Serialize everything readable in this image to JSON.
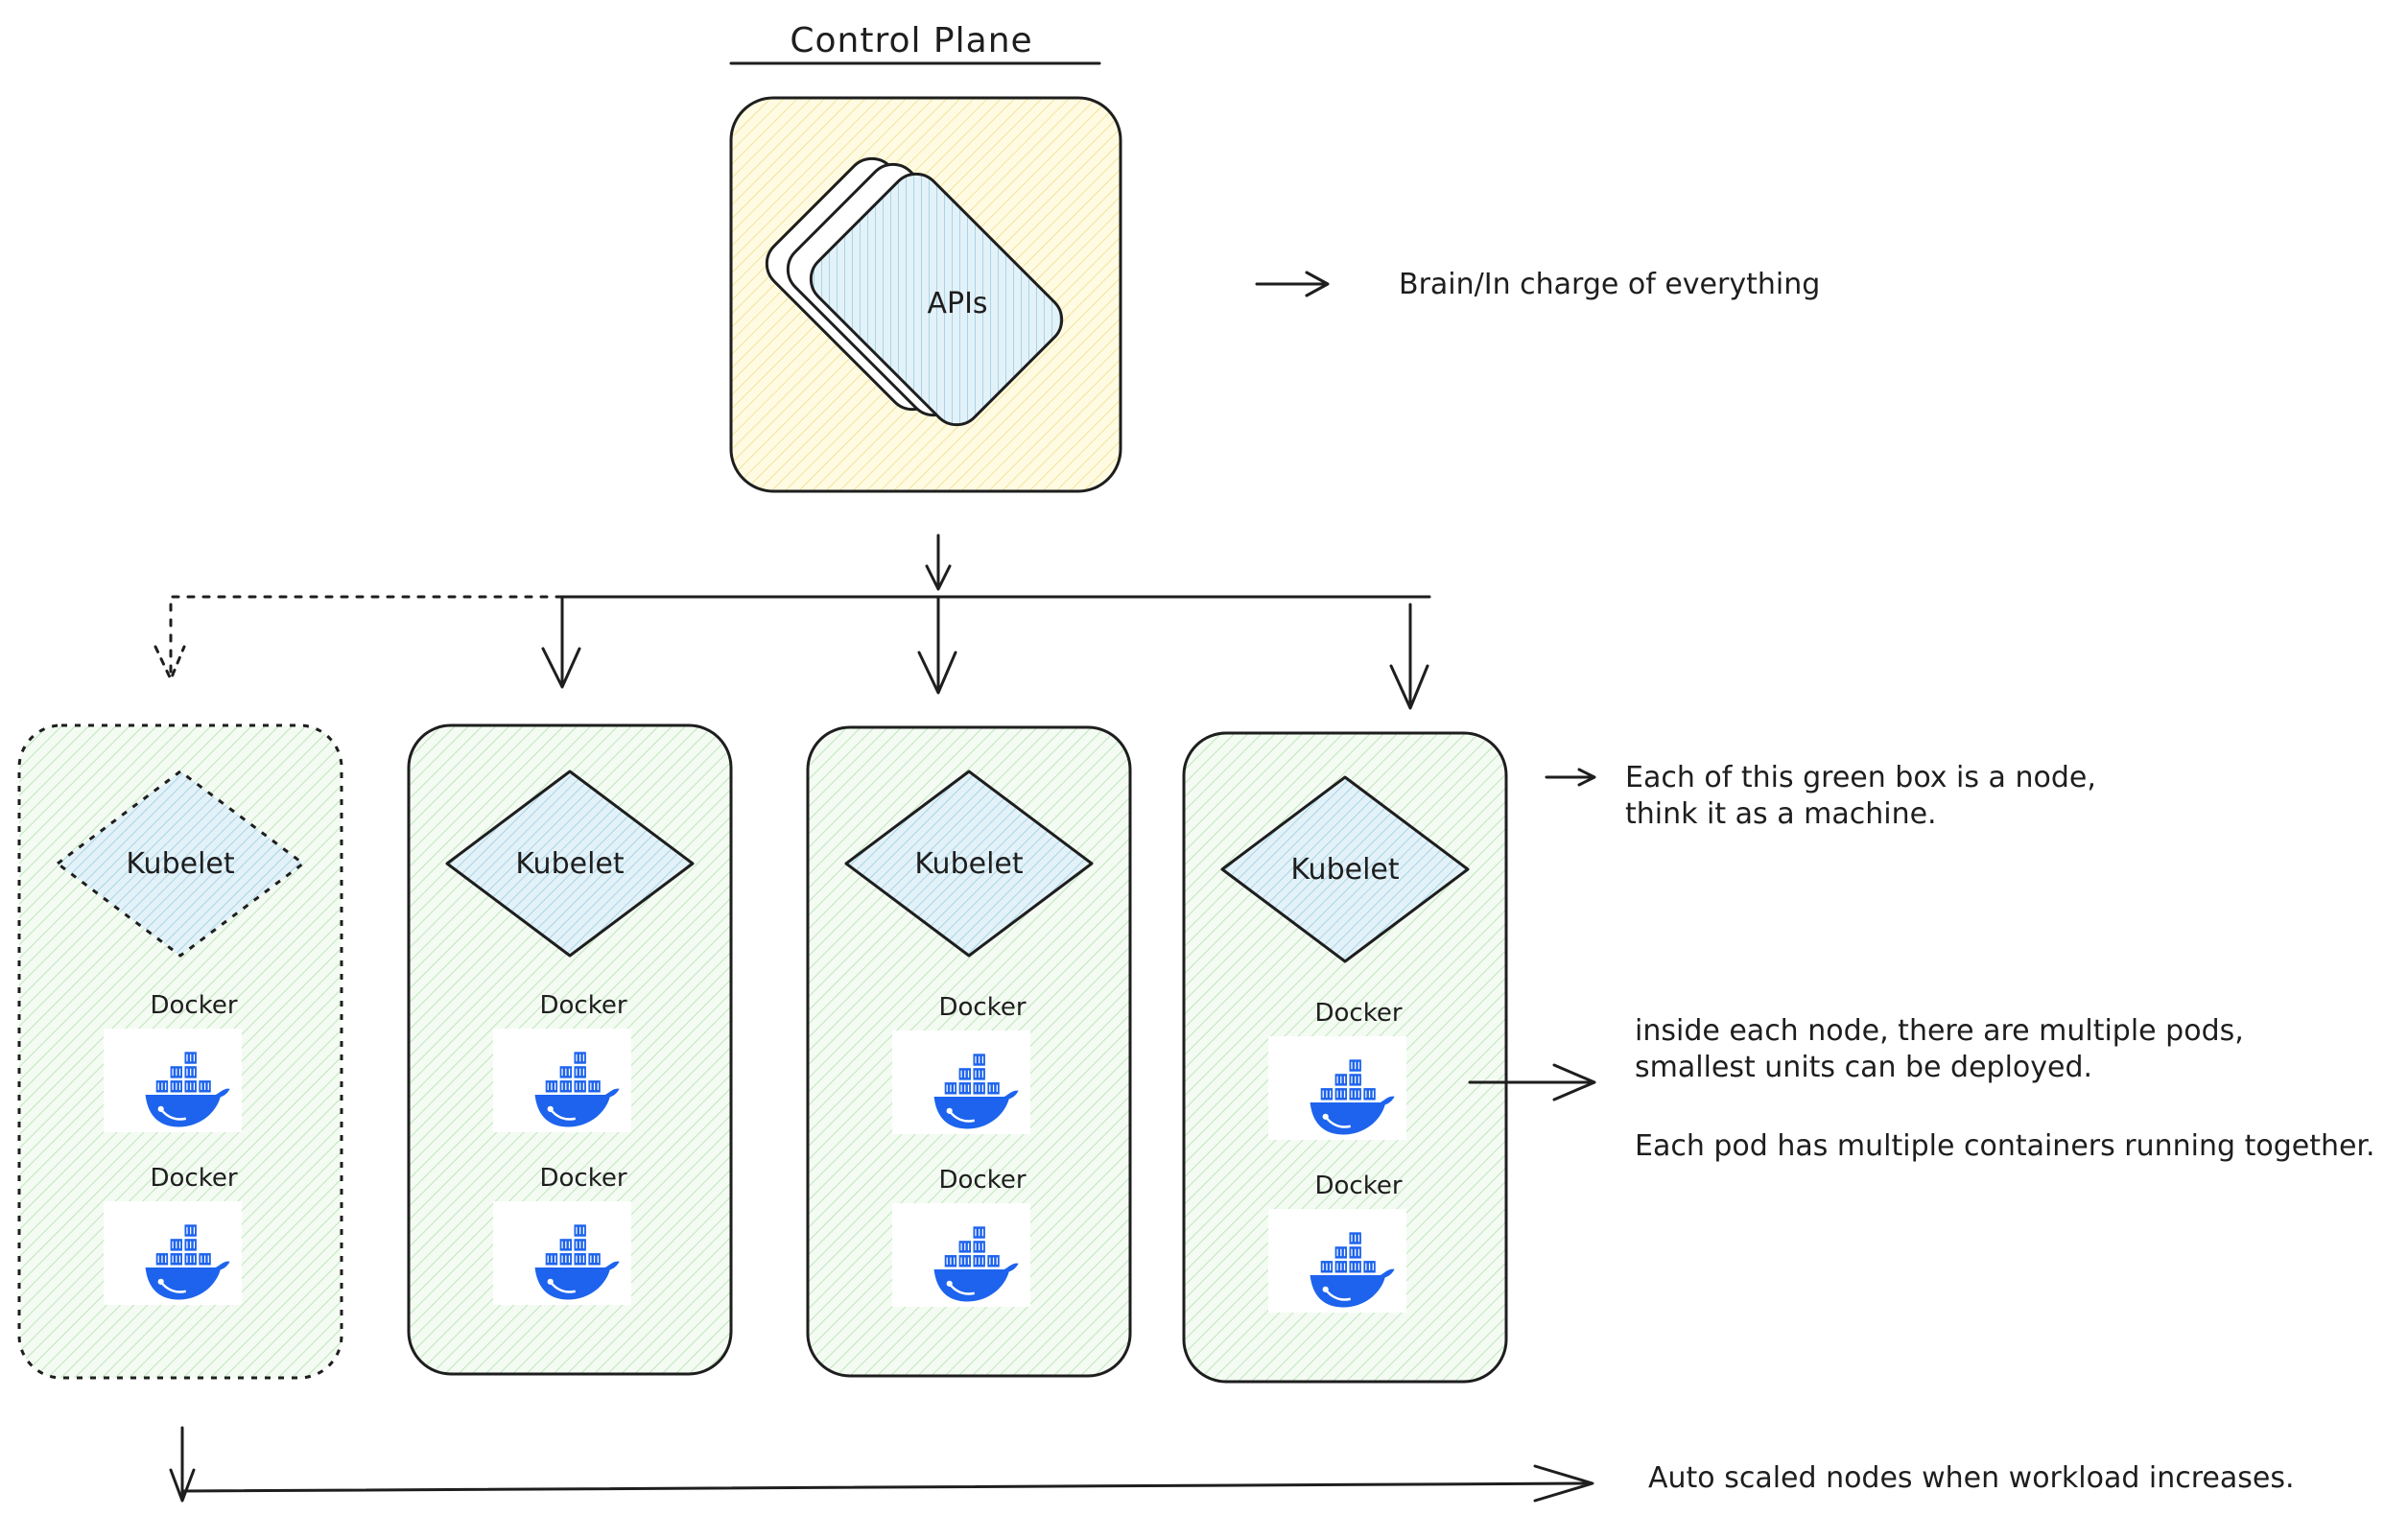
{
  "title": "Control Plane",
  "control_plane": {
    "api_label": "APIs",
    "fill": "#fff6c8",
    "api_fill": "#cfe8f5"
  },
  "annotations": {
    "brain": "Brain/In charge of everything",
    "node_line1": "Each of this green box is a node,",
    "node_line2": "think it as a machine.",
    "pods_line1": "inside each node, there are multiple pods,",
    "pods_line2": "smallest units can be deployed.",
    "pods_line3": "Each pod has multiple containers running together.",
    "autoscale": "Auto scaled nodes when workload increases."
  },
  "nodes": [
    {
      "kubelet_label": "Kubelet",
      "dashed": true,
      "pods": [
        {
          "label": "Docker"
        },
        {
          "label": "Docker"
        }
      ]
    },
    {
      "kubelet_label": "Kubelet",
      "dashed": false,
      "pods": [
        {
          "label": "Docker"
        },
        {
          "label": "Docker"
        }
      ]
    },
    {
      "kubelet_label": "Kubelet",
      "dashed": false,
      "pods": [
        {
          "label": "Docker"
        },
        {
          "label": "Docker"
        }
      ]
    },
    {
      "kubelet_label": "Kubelet",
      "dashed": false,
      "pods": [
        {
          "label": "Docker"
        },
        {
          "label": "Docker"
        }
      ]
    }
  ],
  "colors": {
    "node_fill": "#e3f5e1",
    "kubelet_fill": "#d6ecf3",
    "docker_blue": "#1d63ed",
    "docker_container": "#0b3d91",
    "ink": "#1e1e1e"
  },
  "icons": {
    "docker": "docker-whale-icon",
    "arrow": "arrow-right-icon"
  }
}
